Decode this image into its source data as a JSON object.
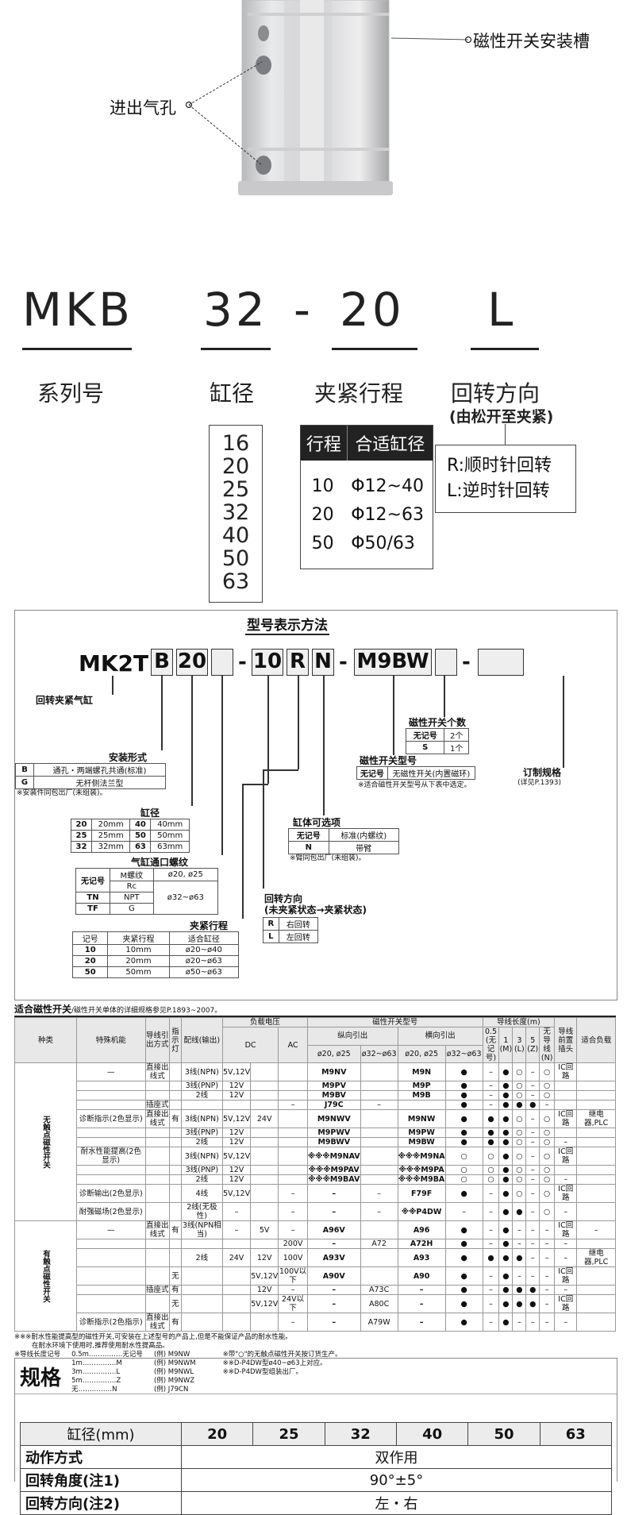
{
  "photo": {
    "callout_slot": "磁性开关安装槽",
    "callout_port": "进出气孔"
  },
  "model_example": {
    "parts": [
      "MKB",
      "32",
      "-",
      "20",
      "L"
    ],
    "captions": [
      "系列号",
      "缸径",
      "夹紧行程",
      "回转方向"
    ],
    "rotation_sub": "(由松开至夹紧)",
    "bores": [
      "16",
      "20",
      "25",
      "32",
      "40",
      "50",
      "63"
    ],
    "stroke_table": {
      "headers": [
        "行程",
        "合适缸径"
      ],
      "rows": [
        [
          "10",
          "Φ12~40"
        ],
        [
          "20",
          "Φ12~63"
        ],
        [
          "50",
          "Φ50/63"
        ]
      ]
    },
    "rotation": [
      "R:顺时针回转",
      "L:逆时针回转"
    ]
  },
  "model_code": {
    "title": "型号表示方法",
    "code": [
      "MK2T",
      "B",
      "20",
      "",
      "-",
      "10",
      "R",
      "N",
      "-",
      "M9BW",
      "",
      "-",
      ""
    ],
    "series_label": "回转夹紧气缸",
    "mount": {
      "title": "安装形式",
      "rows": [
        [
          "B",
          "通孔・两端螺孔共通(标准)"
        ],
        [
          "G",
          "无杆侧法兰型"
        ]
      ],
      "note": "※安装件同包出厂(未组装)。"
    },
    "bore": {
      "title": "缸径",
      "rows": [
        [
          "20",
          "20mm",
          "40",
          "40mm"
        ],
        [
          "25",
          "25mm",
          "50",
          "50mm"
        ],
        [
          "32",
          "32mm",
          "63",
          "63mm"
        ]
      ]
    },
    "port": {
      "title": "气缸通口螺纹",
      "rows": [
        [
          "无记号",
          "M螺纹",
          "ø20, ø25"
        ],
        [
          "",
          "Rc",
          ""
        ],
        [
          "TN",
          "NPT",
          "ø32~ø63"
        ],
        [
          "TF",
          "G",
          ""
        ]
      ]
    },
    "stroke": {
      "title": "夹紧行程",
      "headers": [
        "记号",
        "夹紧行程",
        "适合缸径"
      ],
      "rows": [
        [
          "10",
          "10mm",
          "ø20~ø40"
        ],
        [
          "20",
          "20mm",
          "ø20~ø63"
        ],
        [
          "50",
          "50mm",
          "ø50~ø63"
        ]
      ]
    },
    "rotation": {
      "title": "回转方向",
      "sub": "(未夹紧状态→夹紧状态)",
      "rows": [
        [
          "R",
          "右回转"
        ],
        [
          "L",
          "左回转"
        ]
      ]
    },
    "body": {
      "title": "缸体可选项",
      "rows": [
        [
          "无记号",
          "标准(内螺纹)"
        ],
        [
          "N",
          "带臂"
        ]
      ],
      "note": "※臂同包出厂(未组装)。"
    },
    "switch_type": {
      "title": "磁性开关型号",
      "rows": [
        [
          "无记号",
          "无磁性开关(内置磁环)"
        ]
      ],
      "note": "※适合磁性开关型号从下表中选定。"
    },
    "switch_qty": {
      "title": "磁性开关个数",
      "rows": [
        [
          "无记号",
          "2个"
        ],
        [
          "S",
          "1个"
        ]
      ]
    },
    "custom": {
      "title": "订制规格",
      "sub": "(详见P.1393)"
    }
  },
  "switch_table": {
    "title": "适合磁性开关",
    "title_note": "/磁性开关单体的详细规格参见P.1893~2007。",
    "header1": [
      "种类",
      "特殊机能",
      "导线引出方式",
      "指示灯",
      "配线(输出)",
      "负载电压",
      "",
      "磁性开关型号",
      "",
      "",
      "",
      "导线长度(m)",
      "",
      "",
      "",
      "",
      "导线前置插头",
      "适合负载"
    ],
    "header_dc": "DC",
    "header_ac": "AC",
    "header_vert": "纵向引出",
    "header_horz": "横向引出",
    "header_bores": [
      "ø20, ø25",
      "ø32~ø63",
      "ø20, ø25",
      "ø32~ø63"
    ],
    "header_len": [
      "0.5\n(无记号)",
      "1\n(M)",
      "3\n(L)",
      "5\n(Z)",
      "无导线\n(N)"
    ],
    "cat1": "无触点磁性开关",
    "cat2": "有触点磁性开关",
    "rows": [
      [
        "—",
        "直接出线式",
        "",
        "3线(NPN)",
        "5V,12V",
        "",
        "",
        "M9NV",
        "",
        "M9N",
        "●",
        "–",
        "●",
        "○",
        "–",
        "○",
        "IC回路",
        ""
      ],
      [
        "",
        "",
        "",
        "3线(PNP)",
        "12V",
        "",
        "",
        "M9PV",
        "",
        "M9P",
        "●",
        "–",
        "●",
        "○",
        "–",
        "○",
        "",
        ""
      ],
      [
        "",
        "",
        "",
        "2线",
        "12V",
        "",
        "",
        "M9BV",
        "",
        "M9B",
        "●",
        "–",
        "●",
        "○",
        "–",
        "○",
        "",
        ""
      ],
      [
        "",
        "插座式",
        "",
        "",
        "",
        "",
        "–",
        "J79C",
        "–",
        "",
        "●",
        "–",
        "●",
        "●",
        "●",
        "–",
        "",
        ""
      ],
      [
        "诊断指示(2色显示)",
        "直接出线式",
        "有",
        "3线(NPN)",
        "5V,12V",
        "24V",
        "",
        "M9NWV",
        "",
        "M9NW",
        "●",
        "●",
        "●",
        "○",
        "–",
        "○",
        "IC回路",
        "继电器,PLC"
      ],
      [
        "",
        "",
        "",
        "3线(PNP)",
        "12V",
        "",
        "",
        "M9PWV",
        "",
        "M9PW",
        "●",
        "●",
        "●",
        "○",
        "–",
        "○",
        "",
        ""
      ],
      [
        "",
        "",
        "",
        "2线",
        "12V",
        "",
        "",
        "M9BWV",
        "",
        "M9BW",
        "●",
        "●",
        "●",
        "○",
        "–",
        "○",
        "–",
        ""
      ],
      [
        "耐水性能提高(2色显示)",
        "",
        "",
        "3线(NPN)",
        "5V,12V",
        "",
        "",
        "※※※M9NAV",
        "",
        "※※※M9NA",
        "○",
        "○",
        "●",
        "○",
        "–",
        "○",
        "IC回路",
        ""
      ],
      [
        "",
        "",
        "",
        "3线(PNP)",
        "12V",
        "",
        "",
        "※※※M9PAV",
        "",
        "※※※M9PA",
        "○",
        "○",
        "●",
        "○",
        "–",
        "○",
        "",
        ""
      ],
      [
        "",
        "",
        "",
        "2线",
        "12V",
        "",
        "",
        "※※※M9BAV",
        "",
        "※※※M9BA",
        "○",
        "○",
        "●",
        "○",
        "–",
        "○",
        "–",
        ""
      ],
      [
        "诊断输出(2色显示)",
        "",
        "",
        "4线",
        "5V,12V",
        "",
        "–",
        "–",
        "–",
        "F79F",
        "●",
        "–",
        "●",
        "○",
        "–",
        "○",
        "IC回路",
        ""
      ],
      [
        "耐强磁场(2色显示)",
        "",
        "",
        "2线(无极性)",
        "–",
        "",
        "–",
        "–",
        "–",
        "※※P4DW",
        "–",
        "–",
        "●",
        "●",
        "–",
        "○",
        "–",
        ""
      ],
      [
        "—",
        "直接出线式",
        "有",
        "3线(NPN相当)",
        "–",
        "5V",
        "–",
        "A96V",
        "",
        "A96",
        "●",
        "–",
        "●",
        "–",
        "–",
        "–",
        "IC回路",
        "–"
      ],
      [
        "",
        "",
        "",
        "",
        "",
        "",
        "200V",
        "–",
        "A72",
        "A72H",
        "●",
        "–",
        "●",
        "–",
        "–",
        "–",
        "–",
        ""
      ],
      [
        "",
        "",
        "",
        "2线",
        "24V",
        "12V",
        "100V",
        "A93V",
        "",
        "A93",
        "●",
        "●",
        "●",
        "●",
        "–",
        "–",
        "–",
        "继电器,PLC"
      ],
      [
        "",
        "",
        "无",
        "",
        "",
        "5V,12V",
        "100V以下",
        "A90V",
        "",
        "A90",
        "●",
        "–",
        "●",
        "–",
        "–",
        "–",
        "IC回路",
        ""
      ],
      [
        "",
        "插座式",
        "有",
        "",
        "",
        "12V",
        "–",
        "–",
        "A73C",
        "–",
        "●",
        "–",
        "●",
        "●",
        "●",
        "–",
        "–",
        ""
      ],
      [
        "",
        "",
        "无",
        "",
        "",
        "5V,12V",
        "24V以下",
        "–",
        "A80C",
        "–",
        "●",
        "–",
        "●",
        "●",
        "●",
        "–",
        "IC回路",
        ""
      ],
      [
        "诊断指示(2色指示)",
        "直接出线式",
        "有",
        "",
        "",
        "",
        "–",
        "–",
        "A79W",
        "–",
        "●",
        "–",
        "●",
        "–",
        "–",
        "–",
        "–",
        ""
      ]
    ],
    "notes": [
      "※※※耐水性能提高型的磁性开关,可安装在上述型号的产品上,但是不能保证产品的耐水性能。",
      "在耐水环境下使用时,推荐使用耐水性提高品。",
      "※导线长度记号",
      "0.5m……………无记号",
      "1m……………M",
      "3m……………L",
      "5m……………Z",
      "无……………N",
      "(例) M9NW",
      "(例) M9NWM",
      "(例) M9NWL",
      "(例) M9NWZ",
      "(例) J79CN",
      "※带\"○\"的无触点磁性开关按订货生产。",
      "※※D-P4DW型ø40~ø63上对应。",
      "※※D-P4DW型组装出厂。"
    ]
  },
  "specs": {
    "title": "规格",
    "header": [
      "缸径(mm)",
      "20",
      "25",
      "32",
      "40",
      "50",
      "63"
    ],
    "rows": [
      [
        "动作方式",
        "双作用"
      ],
      [
        "回转角度(注1)",
        "90°±5°"
      ],
      [
        "回转方向(注2)",
        "左・右"
      ]
    ]
  }
}
